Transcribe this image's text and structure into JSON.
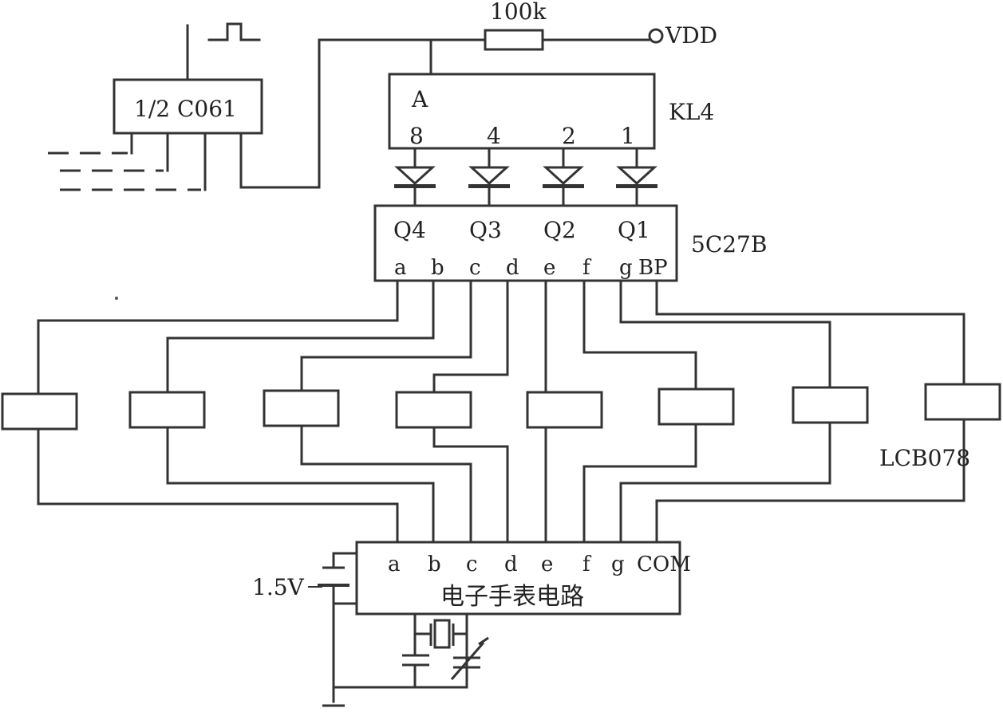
{
  "resistor_label": "100k",
  "vdd_label": "VDD",
  "ic_c061": {
    "label": "1/2 C061"
  },
  "ic_kl4": {
    "name": "KL4",
    "input_label": "A",
    "pins": [
      "8",
      "4",
      "2",
      "1"
    ]
  },
  "ic_5c27b": {
    "name": "5C27B",
    "inputs": [
      "Q4",
      "Q3",
      "Q2",
      "Q1"
    ],
    "outputs": [
      "a",
      "b",
      "c",
      "d",
      "e",
      "f",
      "g",
      "BP"
    ]
  },
  "lcd_label": "LCB078",
  "watch_circuit": {
    "pins": [
      "a",
      "b",
      "c",
      "d",
      "e",
      "f",
      "g",
      "COM"
    ],
    "title": "电子手表电路"
  },
  "battery_label": "1.5V"
}
